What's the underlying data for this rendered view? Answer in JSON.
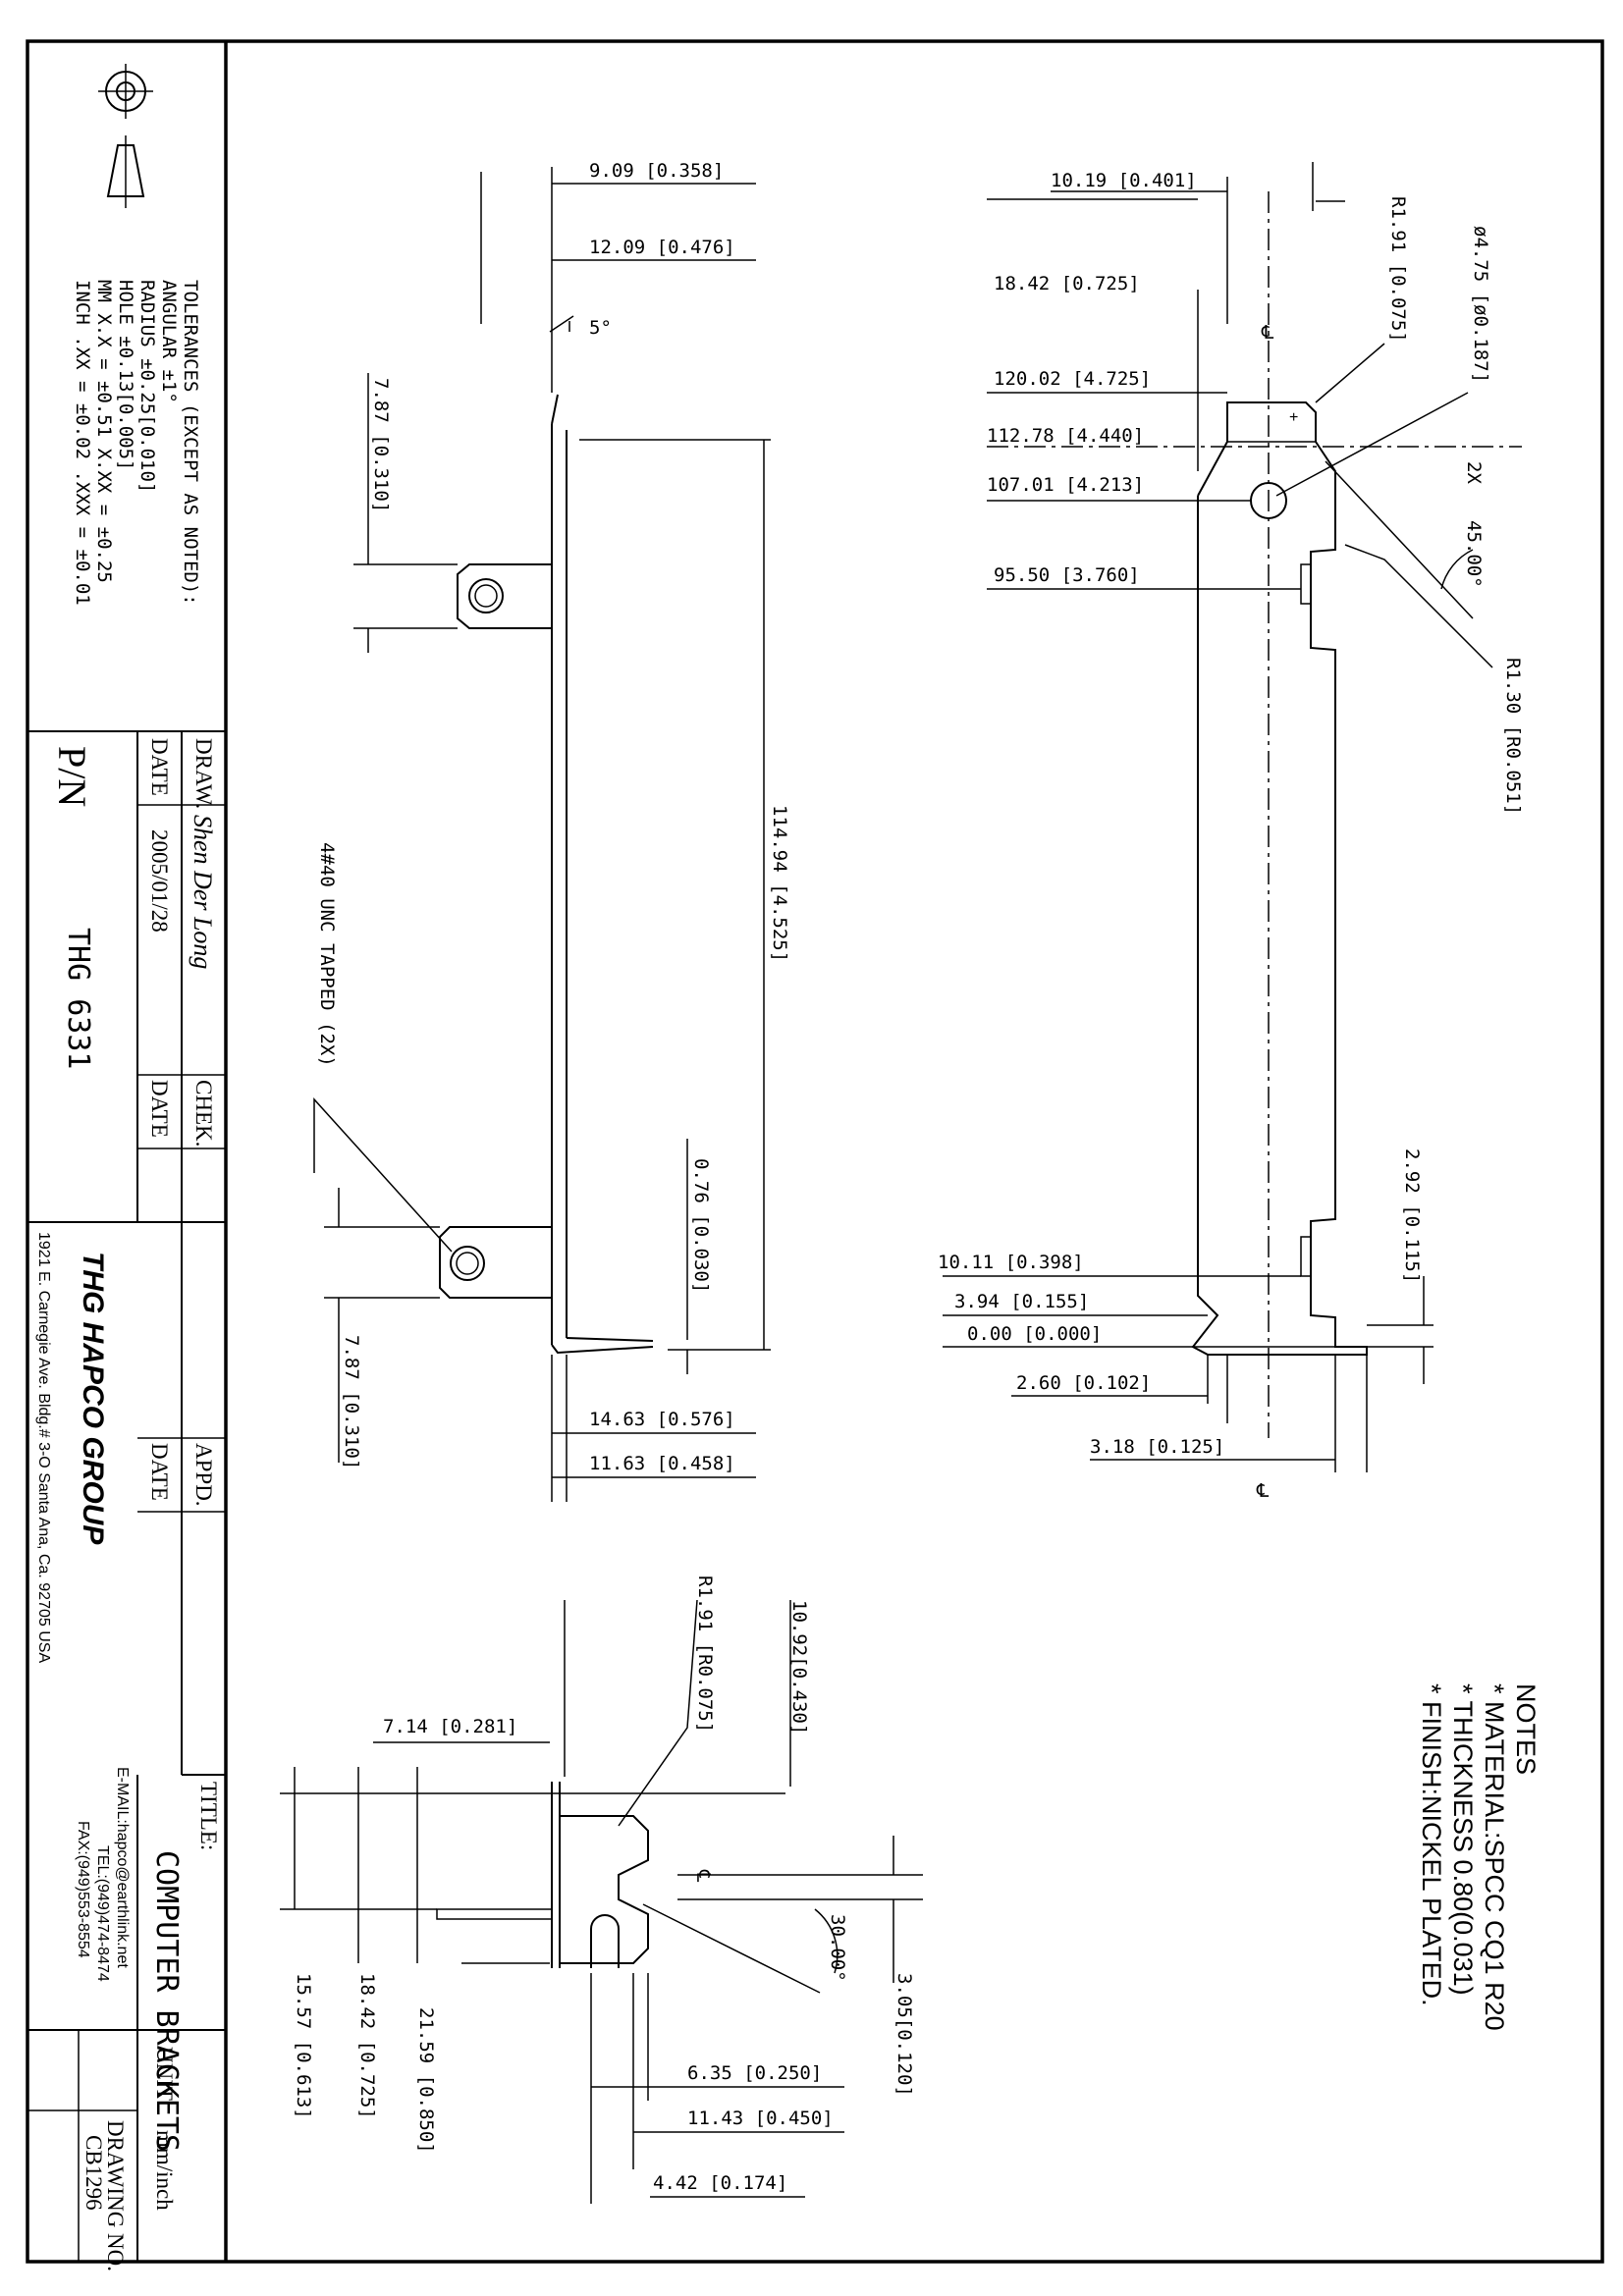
{
  "tolerances": {
    "heading": "TOLERANCES (EXCEPT AS NOTED):",
    "angular": "ANGULAR ±1°",
    "radius": "RADIUS ±0.25[0.010]",
    "hole": "HOLE ±0.13[0.005]",
    "mm": "MM X.X = ±0.51 X.XX = ±0.25",
    "inch": "INCH .XX = ±0.02 .XXX = ±0.01"
  },
  "title_block": {
    "pn_label": "P/N",
    "pn_value": "THG 6331",
    "draw_label": "DRAW.",
    "draw_value": "Shen Der Long",
    "date_label": "DATE",
    "date_value": "2005/01/28",
    "chek_label": "CHEK.",
    "chek_date_label": "DATE",
    "appd_label": "APPD.",
    "appd_date_label": "DATE",
    "title_label": "TITLE:",
    "title_value": "COMPUTER BRACKETS",
    "unit_label": "UNIT",
    "unit_value": "mm/inch",
    "drawing_no_label": "DRAWING NO.",
    "drawing_no_value": "CB1296",
    "company": "THG HAPCO GROUP",
    "address": "1921 E. Carnegie Ave. Bldg.# 3-O Santa Ana, Ca. 92705 USA",
    "email": "E-MAIL:hapco@earthlink.net",
    "tel": "TEL:(949)474-8474",
    "fax": "FAX:(949)553-8554"
  },
  "notes": {
    "heading": "NOTES",
    "lines": [
      "* MATERIAL:SPCC CQ1 R20",
      "* THICKNESS 0.80(0.031)",
      "* FINISH:NICKEL PLATED."
    ]
  },
  "view_a_dims": {
    "d1": "9.09 [0.358]",
    "d2": "12.09 [0.476]",
    "angle": "5°",
    "d3": "7.87 [0.310]",
    "d4": "114.94 [4.525]",
    "callout": "4#40 UNC TAPPED (2X)",
    "d5": "0.76 [0.030]",
    "d6": "7.87 [0.310]",
    "d7": "14.63 [0.576]",
    "d8": "11.63 [0.458]"
  },
  "view_b_dims": {
    "d1": "10.19 [0.401]",
    "r1": "R1.91 [0.075]",
    "hole": "ø4.75 [ø0.187]",
    "d2": "18.42 [0.725]",
    "d3": "120.02 [4.725]",
    "d4": "112.78 [4.440]",
    "d5": "107.01 [4.213]",
    "count": "2X",
    "angle": "45.00°",
    "d6": "95.50 [3.760]",
    "r2": "R1.30 [R0.051]",
    "d7": "2.92 [0.115]",
    "d8": "10.11 [0.398]",
    "d9": "3.94 [0.155]",
    "d10": "0.00 [0.000]",
    "d11": "2.60 [0.102]",
    "d12": "3.18 [0.125]",
    "cl": "℄"
  },
  "view_c_dims": {
    "d1": "7.14 [0.281]",
    "r1": "R1.91 [R0.075]",
    "d2": "10.92[0.430]",
    "angle": "30.00°",
    "d3": "3.05[0.120]",
    "d4": "15.57 [0.613]",
    "d5": "18.42 [0.725]",
    "d6": "21.59 [0.850]",
    "d7": "6.35 [0.250]",
    "d8": "11.43 [0.450]",
    "d9": "4.42 [0.174]",
    "cl": "℄"
  }
}
